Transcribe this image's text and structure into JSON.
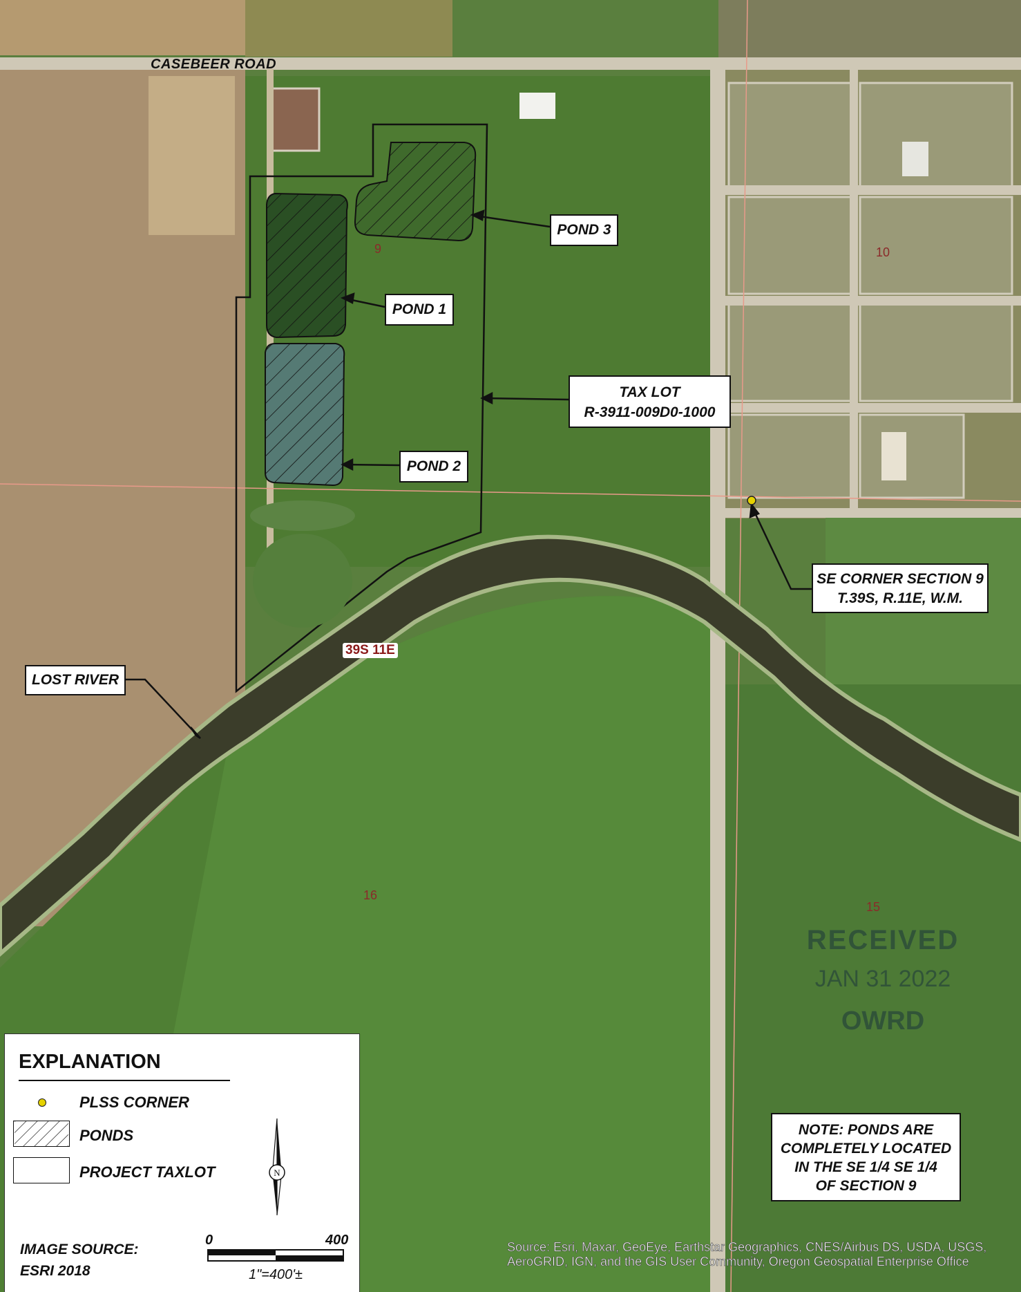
{
  "road_label": "CASEBEER ROAD",
  "sections": [
    "9",
    "10",
    "16",
    "15"
  ],
  "township_label": "39S 11E",
  "callouts": {
    "pond3": "POND 3",
    "pond1": "POND 1",
    "pond2": "POND 2",
    "taxlot": [
      "TAX LOT",
      "R-3911-009D0-1000"
    ],
    "corner": [
      "SE CORNER SECTION 9",
      "T.39S, R.11E, W.M."
    ],
    "lost_river": "LOST RIVER"
  },
  "legend": {
    "title": "EXPLANATION",
    "items": [
      "PLSS CORNER",
      "PONDS",
      "PROJECT TAXLOT"
    ],
    "image_source": [
      "IMAGE SOURCE:",
      "ESRI 2018"
    ],
    "north_label": "N",
    "scale": {
      "min_label": "0",
      "max_label": "400",
      "ratio_label": "1\"=400'±"
    }
  },
  "note": [
    "NOTE: PONDS ARE",
    "COMPLETELY  LOCATED",
    "IN THE SE 1/4 SE 1/4",
    "OF SECTION 9"
  ],
  "stamp": [
    "RECEIVED",
    "JAN 31 2022",
    "OWRD"
  ],
  "source_credit": "Source: Esri, Maxar, GeoEye, Earthstar Geographics, CNES/Airbus DS, USDA, USGS, AeroGRID, IGN, and the GIS User Community, Oregon Geospatial Enterprise Office",
  "colors": {
    "field_green": "#4f7d35",
    "dry_field": "#b49a72",
    "river": "#3b3d2a",
    "road": "#c9c3b2",
    "plss_dot": "#e6d200",
    "section_line": "#e89a8a"
  }
}
